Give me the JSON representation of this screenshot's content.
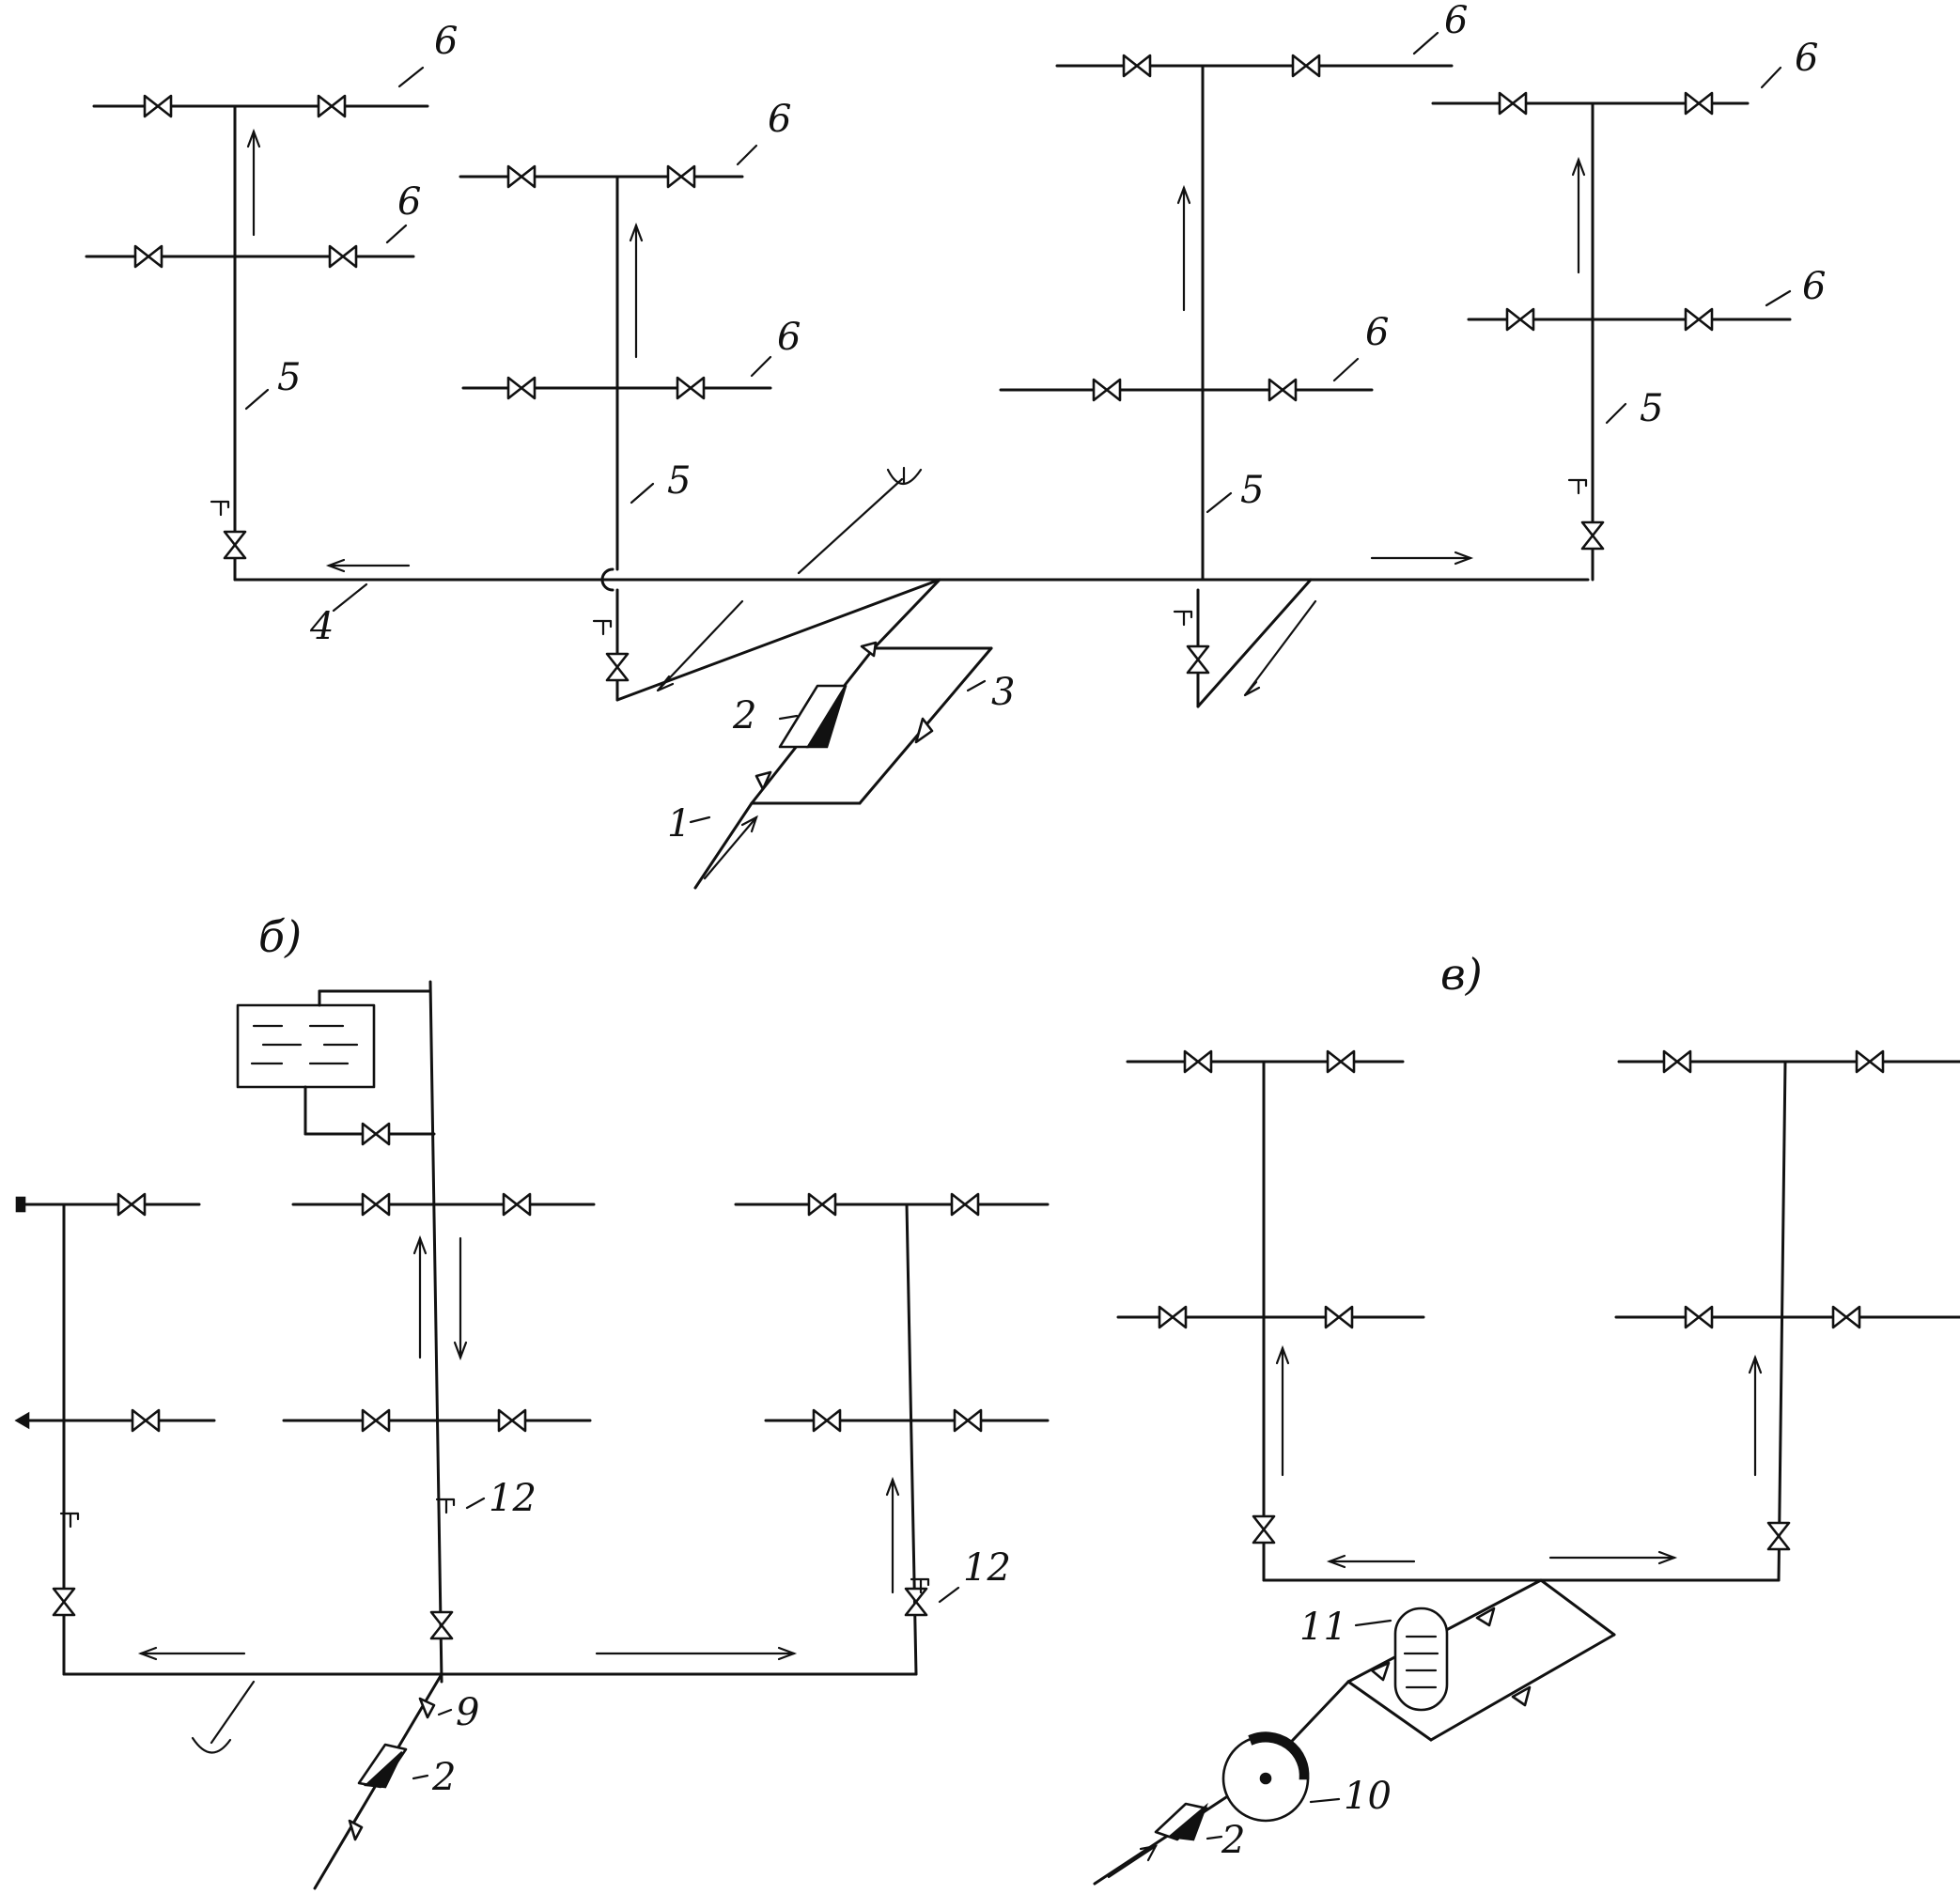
{
  "colors": {
    "ink": "#111111",
    "paper": "#ffffff"
  },
  "part_b_label": "б)",
  "part_v_label": "в)",
  "labels_a": {
    "l1": "1",
    "l2": "2",
    "l3": "3",
    "l4": "4",
    "l5": "5",
    "l6": "6"
  },
  "labels_b": {
    "l2": "2",
    "l9": "9",
    "l12": "12"
  },
  "labels_v": {
    "l2": "2",
    "l10": "10",
    "l11": "11"
  },
  "icons": [
    "gate-valve-icon",
    "water-tap-icon",
    "flow-arrow-icon",
    "water-meter-icon",
    "tank-icon",
    "pump-icon",
    "accumulator-icon"
  ]
}
